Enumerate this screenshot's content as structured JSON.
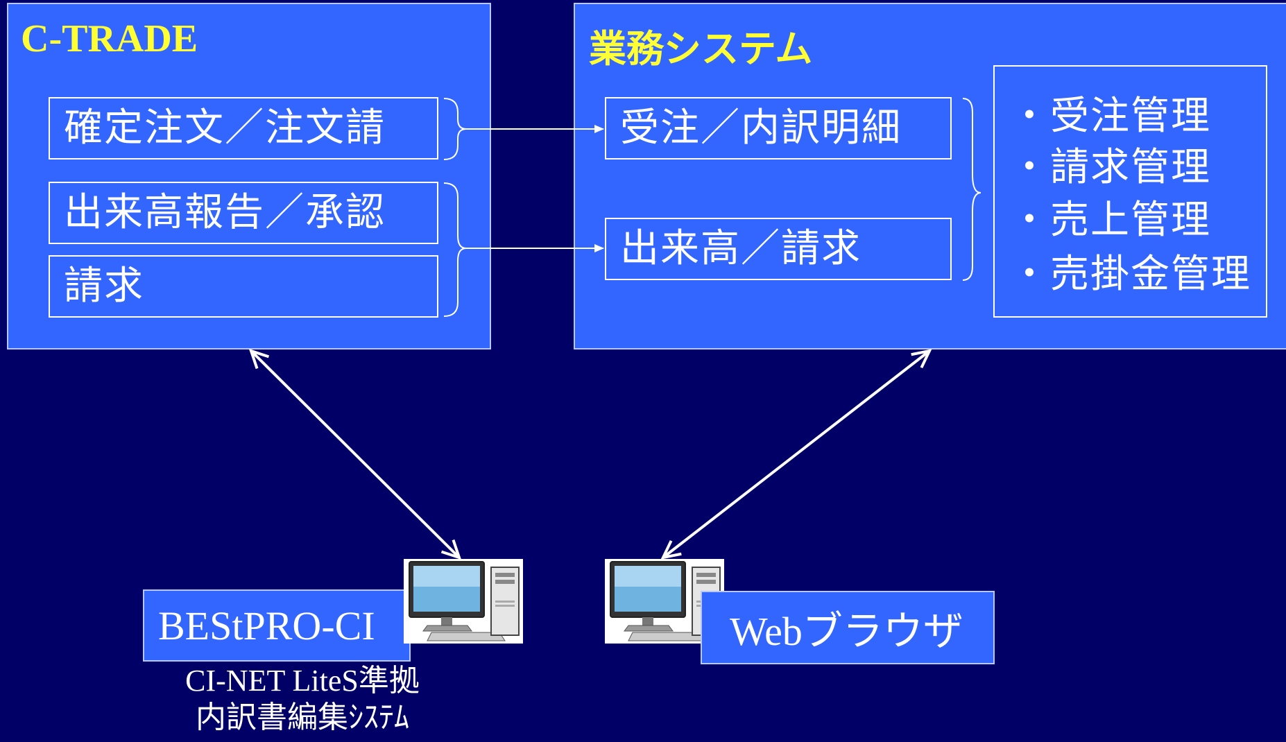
{
  "ctrade": {
    "title": "C-TRADE",
    "items": [
      "確定注文／注文請",
      "出来高報告／承認",
      "請求"
    ]
  },
  "gyomu": {
    "title": "業務システム",
    "items": [
      "受注／内訳明細",
      "出来高／請求"
    ],
    "functions": [
      "・受注管理",
      "・請求管理",
      "・売上管理",
      "・売掛金管理"
    ]
  },
  "bestpro": {
    "label": "BEStPRO-CI",
    "caption_line1": "CI-NET LiteS準拠",
    "caption_line2": "内訳書編集ｼｽﾃﾑ"
  },
  "browser": {
    "label": "Webブラウザ"
  },
  "colors": {
    "background": "#000066",
    "panel": "#3366ff",
    "title": "#ffff33",
    "text": "#ffffff"
  },
  "icons": [
    "desktop-computer-icon",
    "desktop-computer-icon"
  ]
}
